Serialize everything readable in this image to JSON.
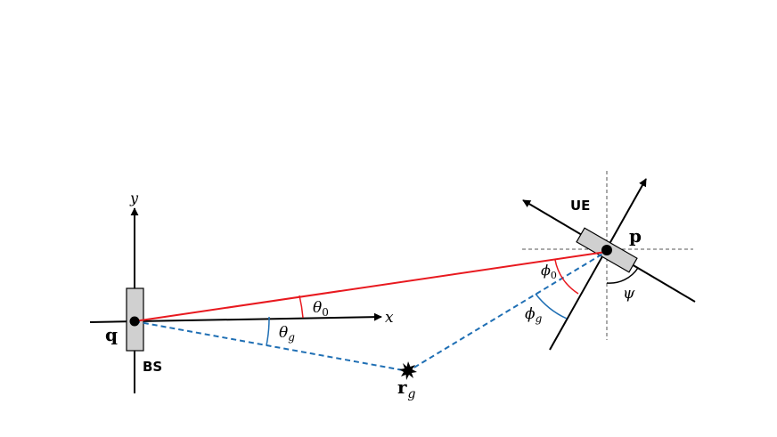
{
  "colors": {
    "los": "#e8191f",
    "nlos": "#1f6fb4",
    "axis": "#000000",
    "guide": "#555555",
    "array_fill": "#d0d0d0"
  },
  "labels": {
    "y_axis": "y",
    "x_axis": "x",
    "bs_point": "q",
    "bs_name": "BS",
    "ue_name": "UE",
    "ue_point": "p",
    "scatterer": "r",
    "scatterer_sub": "g",
    "theta0": "θ",
    "theta0_sub": "0",
    "thetag": "θ",
    "thetag_sub": "g",
    "phi0": "ϕ",
    "phi0_sub": "0",
    "phig": "ϕ",
    "phig_sub": "g",
    "psi": "ψ"
  }
}
